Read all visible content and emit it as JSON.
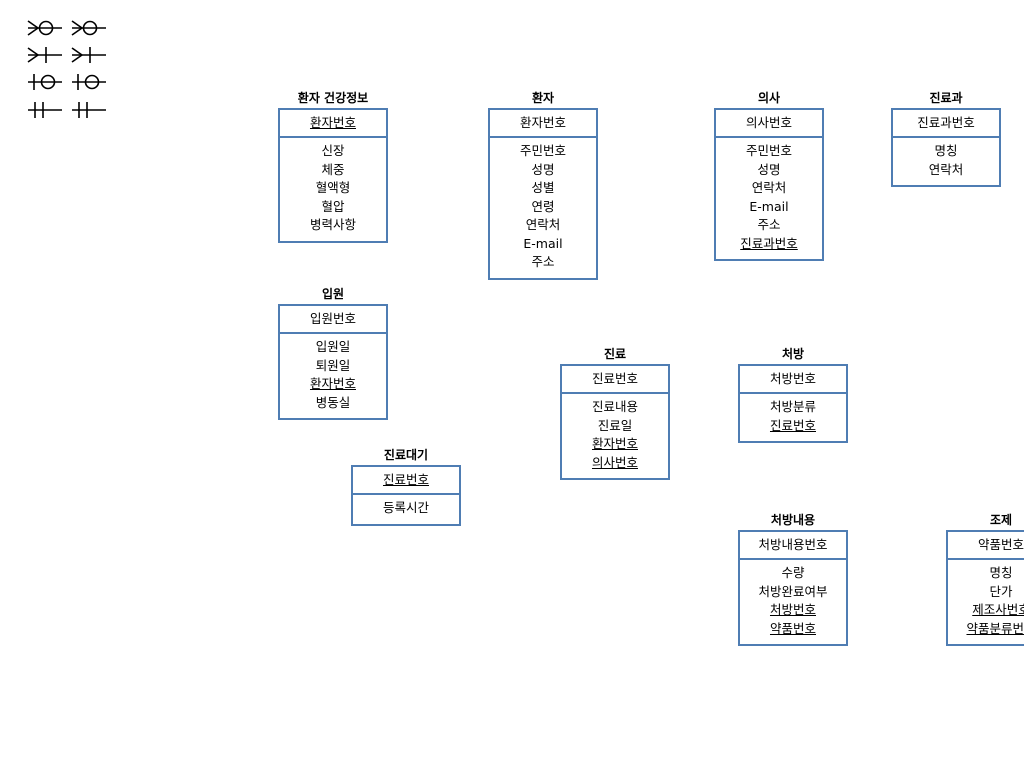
{
  "colors": {
    "entity_border": "#4f7db3",
    "legend_stroke": "#000000",
    "background": "#ffffff"
  },
  "legend": {
    "rows": [
      {
        "symbols": [
          "crow-foot-zero-or-many-icon",
          "crow-foot-zero-or-many-icon"
        ]
      },
      {
        "symbols": [
          "crow-foot-one-or-many-icon",
          "crow-foot-one-or-many-icon"
        ]
      },
      {
        "symbols": [
          "zero-or-one-icon",
          "zero-or-one-icon"
        ]
      },
      {
        "symbols": [
          "exactly-one-icon",
          "exactly-one-icon"
        ]
      }
    ]
  },
  "entities": [
    {
      "id": "patient-health",
      "title": "환자 건강정보",
      "pk": "환자번호",
      "pk_underline": true,
      "attrs": [
        {
          "text": "신장"
        },
        {
          "text": "체중"
        },
        {
          "text": "혈액형"
        },
        {
          "text": "혈압"
        },
        {
          "text": "병력사항"
        }
      ]
    },
    {
      "id": "patient",
      "title": "환자",
      "pk": "환자번호",
      "pk_underline": false,
      "attrs": [
        {
          "text": "주민번호"
        },
        {
          "text": "성명"
        },
        {
          "text": "성별"
        },
        {
          "text": "연령"
        },
        {
          "text": "연락처"
        },
        {
          "text": "E-mail"
        },
        {
          "text": "주소"
        }
      ]
    },
    {
      "id": "doctor",
      "title": "의사",
      "pk": "의사번호",
      "pk_underline": false,
      "attrs": [
        {
          "text": "주민번호"
        },
        {
          "text": "성명"
        },
        {
          "text": "연락처"
        },
        {
          "text": "E-mail"
        },
        {
          "text": "주소"
        },
        {
          "text": "진료과번호",
          "underline": true
        }
      ]
    },
    {
      "id": "department",
      "title": "진료과",
      "pk": "진료과번호",
      "pk_underline": false,
      "attrs": [
        {
          "text": "명칭"
        },
        {
          "text": "연락처"
        }
      ]
    },
    {
      "id": "admission",
      "title": "입원",
      "pk": "입원번호",
      "pk_underline": false,
      "attrs": [
        {
          "text": "입원일"
        },
        {
          "text": "퇴원일"
        },
        {
          "text": "환자번호",
          "underline": true
        },
        {
          "text": "병동실"
        }
      ]
    },
    {
      "id": "treatment",
      "title": "진료",
      "pk": "진료번호",
      "pk_underline": false,
      "attrs": [
        {
          "text": "진료내용"
        },
        {
          "text": "진료일"
        },
        {
          "text": "환자번호",
          "underline": true
        },
        {
          "text": "의사번호",
          "underline": true
        }
      ]
    },
    {
      "id": "prescription",
      "title": "처방",
      "pk": "처방번호",
      "pk_underline": false,
      "attrs": [
        {
          "text": "처방분류"
        },
        {
          "text": "진료번호",
          "underline": true
        }
      ]
    },
    {
      "id": "waiting",
      "title": "진료대기",
      "pk": "진료번호",
      "pk_underline": true,
      "attrs": [
        {
          "text": "등록시간"
        }
      ]
    },
    {
      "id": "prescription-detail",
      "title": "처방내용",
      "pk": "처방내용번호",
      "pk_underline": false,
      "attrs": [
        {
          "text": "수량"
        },
        {
          "text": "처방완료여부"
        },
        {
          "text": "처방번호",
          "underline": true
        },
        {
          "text": "약품번호",
          "underline": true
        }
      ]
    },
    {
      "id": "dispensing",
      "title": "조제",
      "pk": "약품번호",
      "pk_underline": false,
      "attrs": [
        {
          "text": "명칭"
        },
        {
          "text": "단가"
        },
        {
          "text": "제조사번호",
          "underline": true
        },
        {
          "text": "약품분류번호",
          "underline": true
        }
      ]
    }
  ]
}
